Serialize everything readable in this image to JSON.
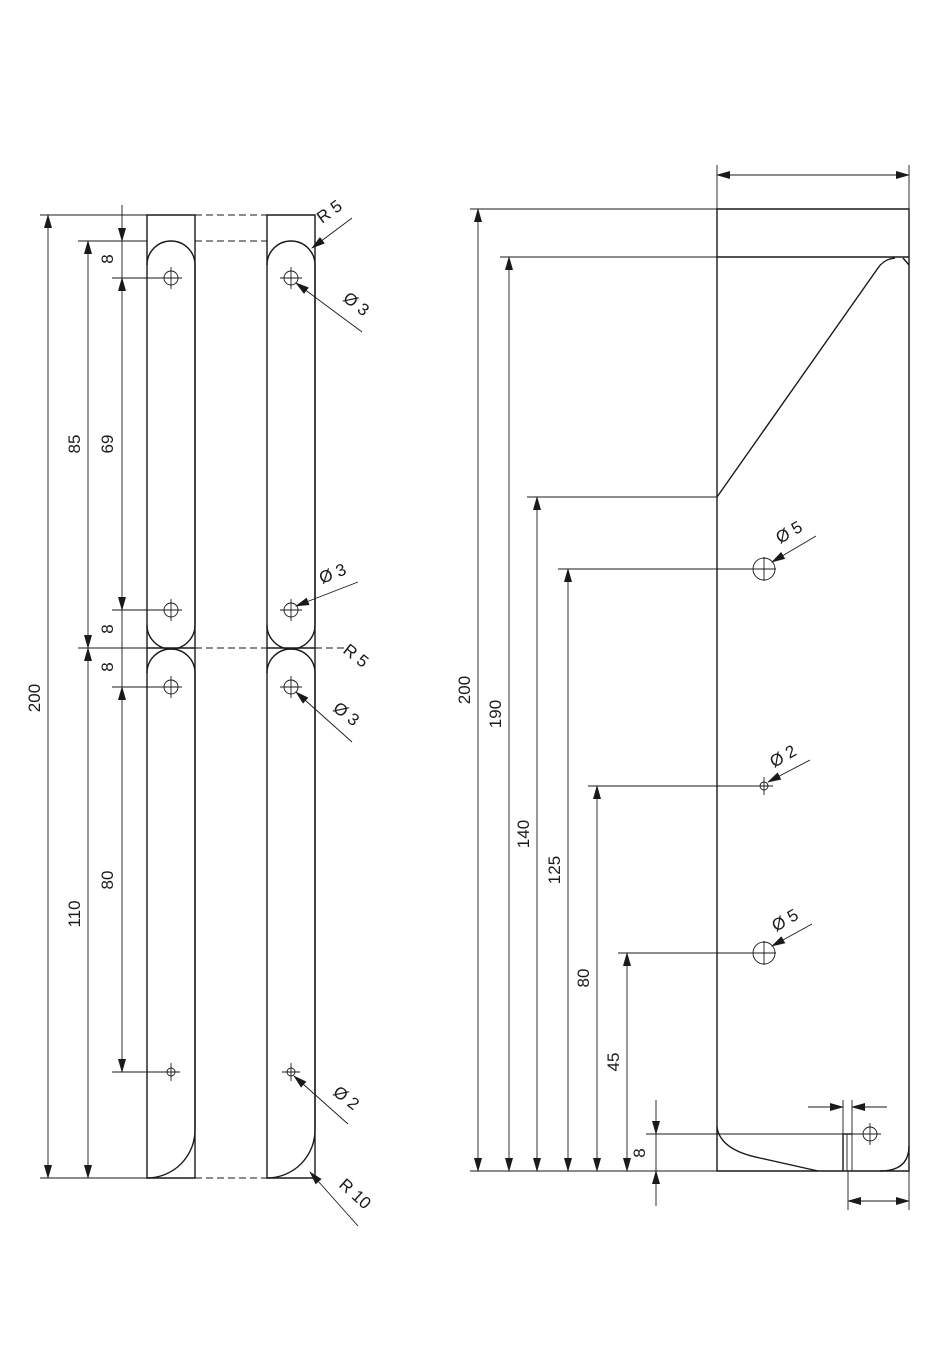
{
  "left_view": {
    "dims": {
      "total": "200",
      "upper_part": "85",
      "lower_part": "110",
      "top_offset": "8",
      "upper_hole_spacing": "69",
      "mid_offset_upper": "8",
      "mid_offset_lower": "8",
      "lower_hole_spacing": "80"
    },
    "callouts": {
      "top_radius": "R 5",
      "top_hole": "Ø 3",
      "mid_hole_upper": "Ø 3",
      "mid_radius": "R 5",
      "mid_hole_lower": "Ø 3",
      "bottom_hole": "Ø 2",
      "bottom_radius": "R 10"
    }
  },
  "right_view": {
    "dims": {
      "total": "200",
      "bevel_top": "190",
      "bevel_start": "140",
      "hole_upper": "125",
      "hole_small": "80",
      "hole_lower": "45",
      "bottom_offset": "8"
    },
    "callouts": {
      "hole_upper": "Ø 5",
      "hole_small": "Ø 2",
      "hole_lower": "Ø 5"
    }
  },
  "arrow_color": "#1a1a1a"
}
